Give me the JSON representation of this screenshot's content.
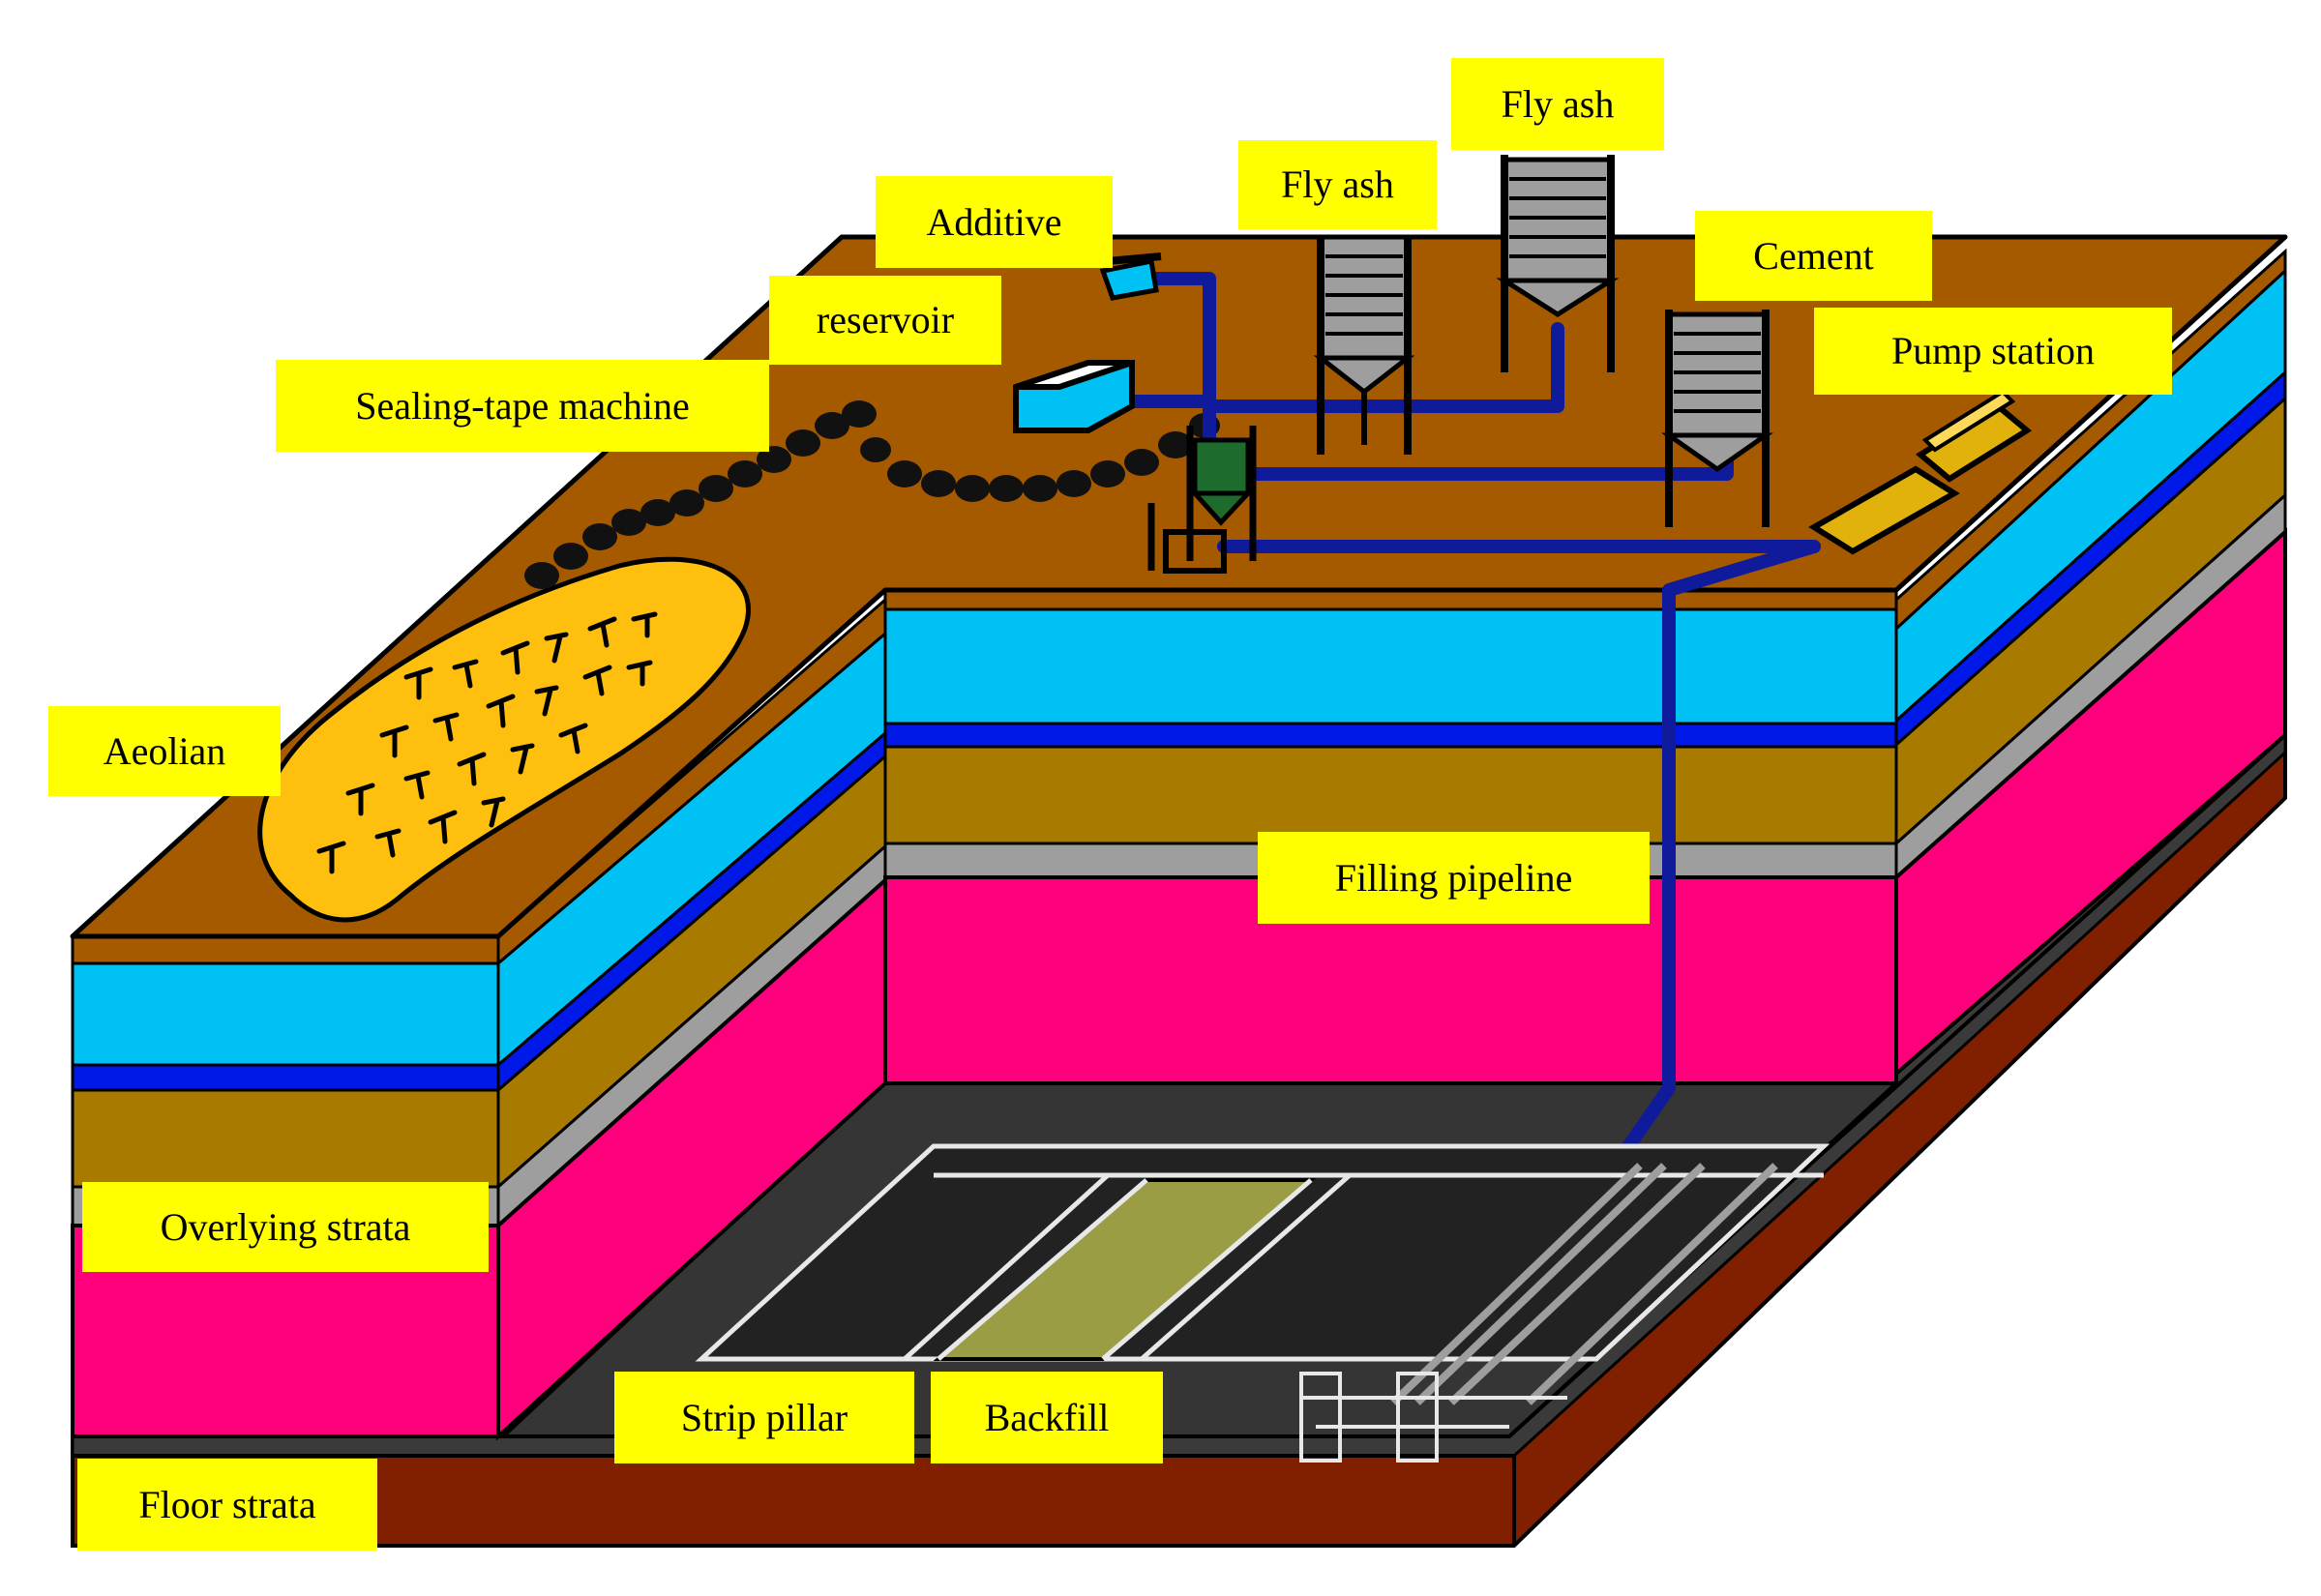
{
  "colors": {
    "topsoil": "#a65a00",
    "aeolian": "#ffbf0f",
    "aquifer": "#00c1f3",
    "thin_blue": "#0019e8",
    "sand_brown": "#a97a00",
    "grey_band": "#9e9e9e",
    "pink_strata": "#ff007c",
    "floor_strata": "#802000",
    "goaf": "#3b3b3b",
    "backfill": "#9b9d44",
    "pipeline": "#0f1b9a",
    "label_bg": "#ffff00"
  },
  "labels": {
    "fly_ash_1": "Fly ash",
    "fly_ash_2": "Fly ash",
    "additive": "Additive",
    "cement": "Cement",
    "reservoir": "reservoir",
    "pump_station": "Pump station",
    "sealing_tape_machine": "Sealing-tape machine",
    "aeolian": "Aeolian",
    "filling_pipeline": "Filling pipeline",
    "overlying_strata": "Overlying  strata",
    "strip_pillar": "Strip pillar",
    "backfill": "Backfill",
    "floor_strata": "Floor strata"
  },
  "icons": [
    "silo-icon",
    "pump-icon",
    "mixer-icon",
    "reservoir-tank-icon",
    "sealing-tape-belt-icon"
  ]
}
